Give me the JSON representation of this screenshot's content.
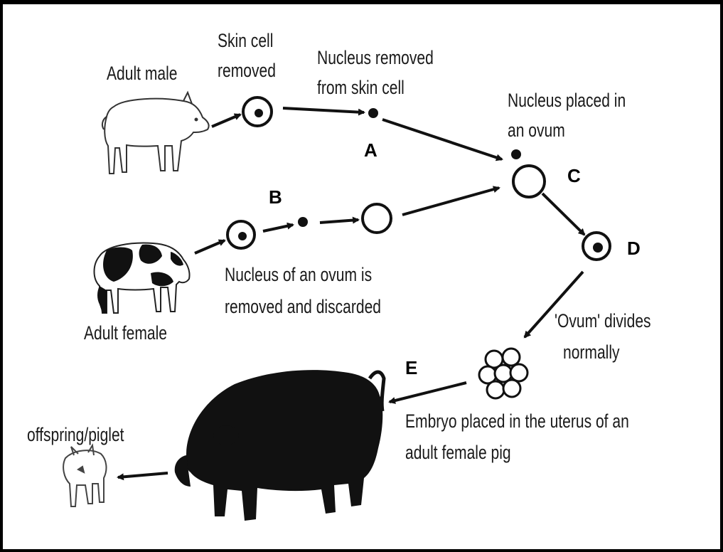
{
  "organisms": {
    "adult_male": "Adult male",
    "adult_female": "Adult female",
    "offspring": "offspring/piglet"
  },
  "steps": {
    "skin_cell_1": "Skin cell",
    "skin_cell_2": "removed",
    "nucleus_removed_1": "Nucleus removed",
    "nucleus_removed_2": "from skin cell",
    "nucleus_placed_1": "Nucleus placed in",
    "nucleus_placed_2": "an ovum",
    "ovum_nucleus_1": "Nucleus of an ovum is",
    "ovum_nucleus_2": "removed and discarded",
    "ovum_divides_1": "'Ovum' divides",
    "ovum_divides_2": "normally",
    "embryo_1": "Embryo placed in the uterus of an",
    "embryo_2": "adult female pig"
  },
  "letters": {
    "a": "A",
    "b": "B",
    "c": "C",
    "d": "D",
    "e": "E"
  }
}
